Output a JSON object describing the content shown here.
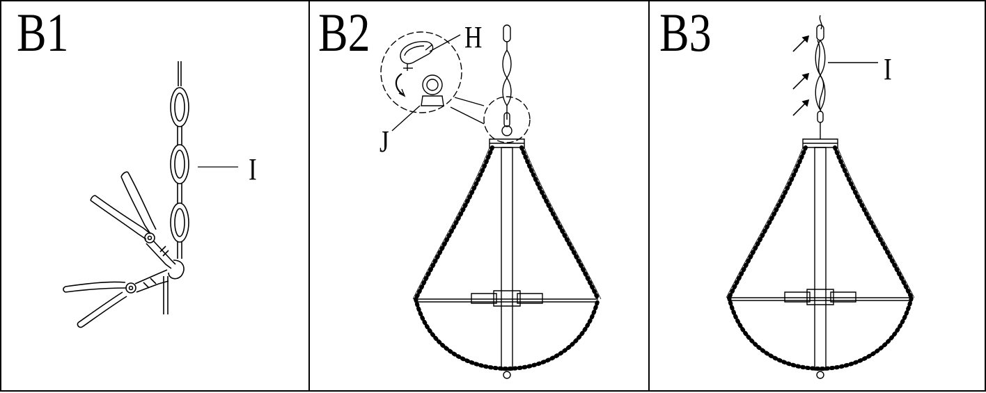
{
  "panels": [
    {
      "title": "B1",
      "callouts": [
        "I"
      ]
    },
    {
      "title": "B2",
      "callouts": [
        "H",
        "J"
      ]
    },
    {
      "title": "B3",
      "callouts": [
        "I"
      ]
    }
  ],
  "icons": [
    "pliers-icon",
    "chain-icon",
    "chandelier-icon",
    "hook-icon",
    "canopy-loop-icon",
    "arrow-icon"
  ]
}
